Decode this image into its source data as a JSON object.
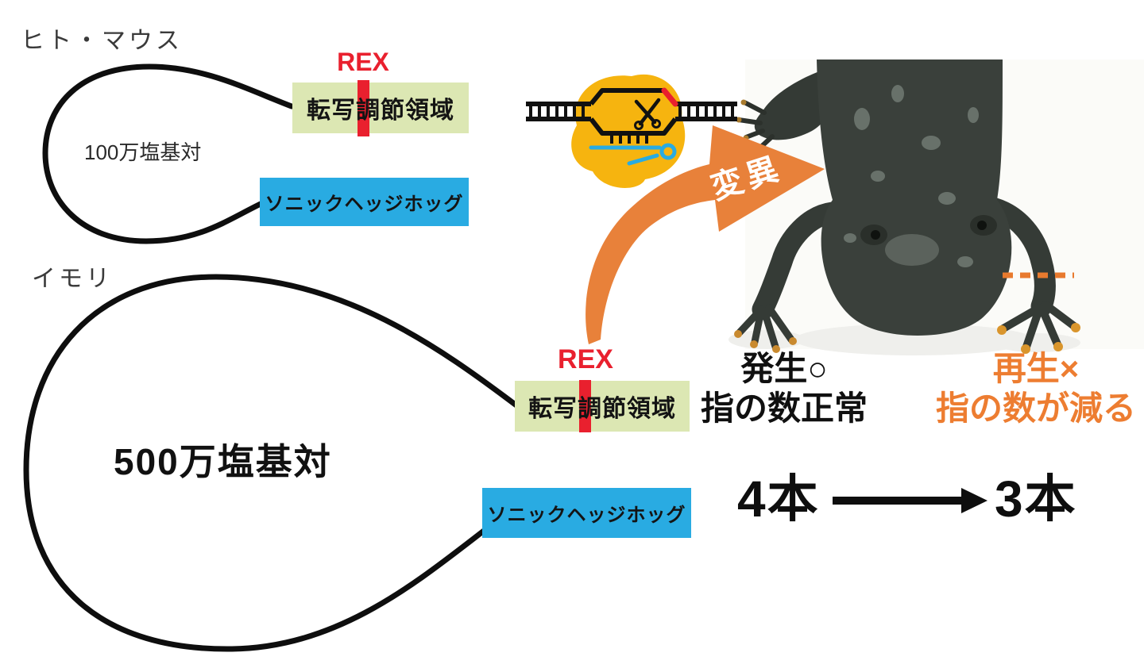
{
  "human_mouse": {
    "species": "ヒト・マウス",
    "genome_distance": "100万塩基対",
    "rex": "REX",
    "enhancer": "転写調節領域",
    "gene": "ソニックヘッジホッグ"
  },
  "newt": {
    "species": "イモリ",
    "genome_distance": "500万塩基対",
    "rex": "REX",
    "enhancer": "転写調節領域",
    "gene": "ソニックヘッジホッグ"
  },
  "mutation_label": "変異",
  "development": {
    "status": "発生○",
    "detail": "指の数正常"
  },
  "regeneration": {
    "status": "再生×",
    "detail": "指の数が減る"
  },
  "digits": {
    "before": "4本",
    "after": "3本"
  },
  "icons": {
    "genome_loop": "dna-loop",
    "crispr": "dna-ladder-with-scissors",
    "cas9": "cas9-protein-blob",
    "guide_rna": "guide-rna",
    "mutation_arrow": "curved-orange-arrow",
    "newt_photo": "newt-front-view-photo",
    "amputation_mark": "orange-dashed-line"
  },
  "colors": {
    "rex_red": "#e9202e",
    "enhancer_green": "#dce7b3",
    "gene_blue": "#29abe2",
    "mutation_orange": "#e8813a",
    "result_orange": "#ed7d31",
    "cas9_yellow": "#f6b40f",
    "line_black": "#0e0e0e"
  }
}
